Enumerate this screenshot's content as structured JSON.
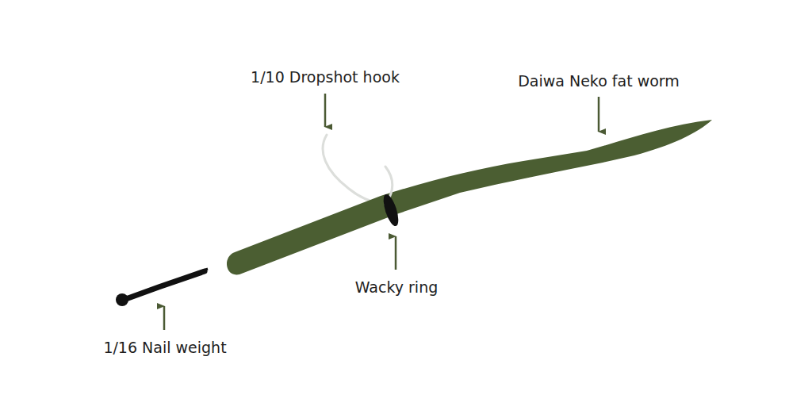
{
  "diagram": {
    "labels": [
      "1/10 Dropshot hook",
      "Daiwa Neko fat worm",
      "Wacky ring",
      "1/16 Nail weight"
    ]
  }
}
